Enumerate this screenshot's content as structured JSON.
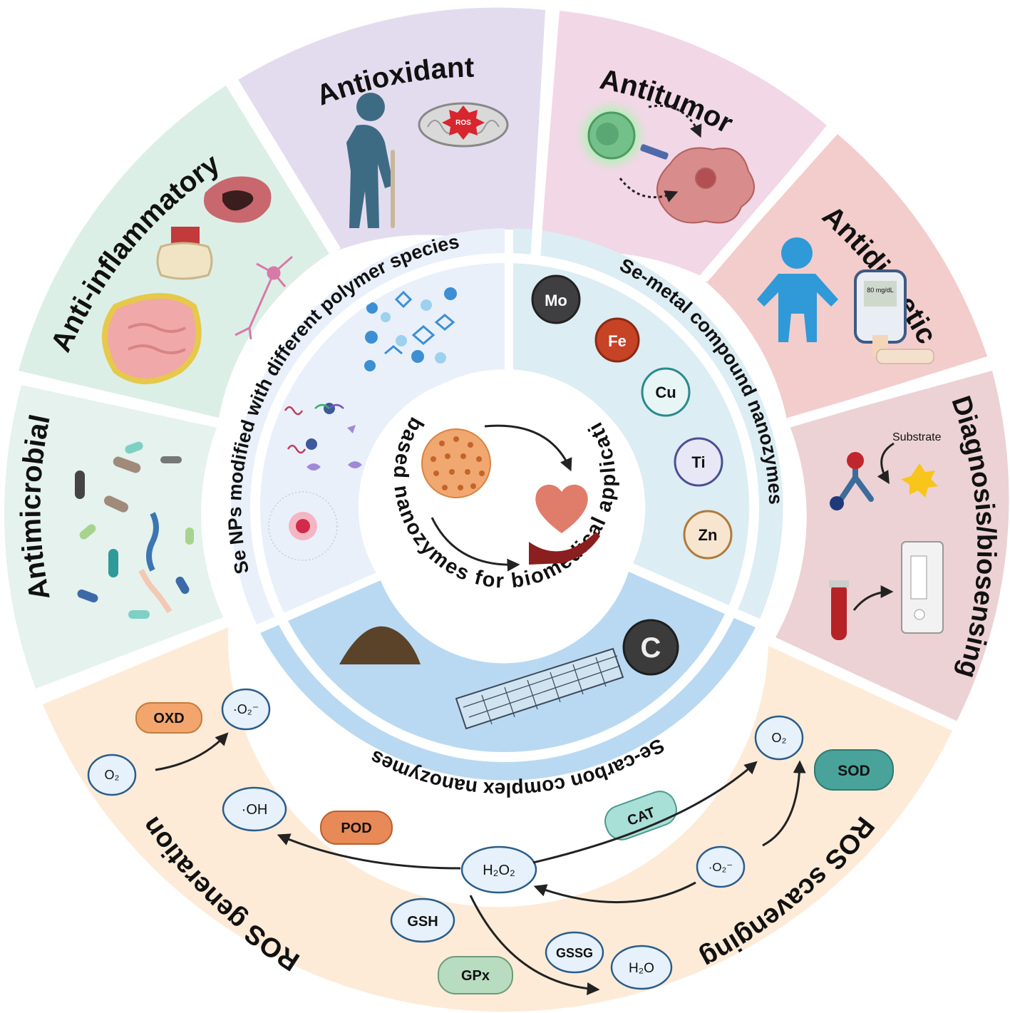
{
  "outer_sectors": {
    "antioxidant": "Antioxidant",
    "antitumor": "Antitumor",
    "antidiabetic": "Antidiabetic",
    "diagnosis": "Diagnosis/biosensing",
    "antimicrobial": "Antimicrobial",
    "anti_inflammatory": "Anti-inflammatory",
    "ros_generation": "ROS generation",
    "ros_scavenging": "ROS scavenging"
  },
  "inner_ring": {
    "polymer": "Se NPs modified with different polymer species",
    "metal": "Se-metal compound nanozymes",
    "carbon": "Se-carbon complex nanozymes"
  },
  "center": {
    "title": "Se-based nanozymes for biomedical applications"
  },
  "elements": [
    "Mo",
    "Fe",
    "Cu",
    "Ti",
    "Zn"
  ],
  "carbon_symbol": "C",
  "diagnosis_substrate": "Substrate",
  "ros_badge": "ROS",
  "glucometer_reading": "80\nmg/dL",
  "ros_generation": {
    "o2": "O₂",
    "superoxide": "·O₂⁻",
    "oxd": "OXD",
    "oh": "·OH",
    "pod": "POD"
  },
  "ros_scavenging": {
    "h2o2": "H₂O₂",
    "o2": "O₂",
    "superoxide": "·O₂⁻",
    "h2o": "H₂O",
    "cat": "CAT",
    "sod": "SOD",
    "gsh": "GSH",
    "gssg": "GSSG",
    "gpx": "GPx"
  },
  "colors": {
    "antioxidant": "#e3dcef",
    "antitumor": "#f2d7e6",
    "antidiabetic": "#f3cccc",
    "diagnosis": "#ecd2d4",
    "antimicrobial": "#e5f2ed",
    "anti_inflammatory": "#dcefe7",
    "ros": "#fdebd8",
    "inner_polymer": "#e9f0fa",
    "inner_metal": "#dcedf4",
    "inner_carbon": "#b9d9f2"
  }
}
